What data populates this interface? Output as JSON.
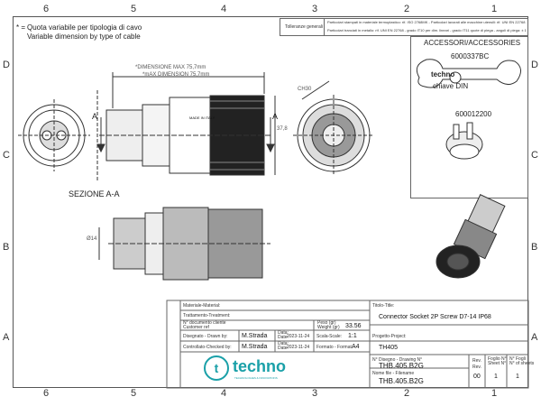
{
  "zones": {
    "top": [
      "6",
      "5",
      "4",
      "3",
      "2",
      "1"
    ],
    "bottom": [
      "6",
      "5",
      "4",
      "3",
      "2",
      "1"
    ],
    "left": [
      "D",
      "C",
      "B",
      "A"
    ],
    "right": [
      "D",
      "C",
      "B",
      "A"
    ]
  },
  "note": {
    "symbol": "* =",
    "line1": "Quota variabile per tipologia di cavo",
    "line2": "Variable dimension by type of cable"
  },
  "tolerance": {
    "label": "Tolleranze generali",
    "rows": [
      "Particolari stampati in materiale termoplastico: rif. ISO 2768MK - Particolari lavorati alle macchine utensili: rif. UNI EN 22768",
      "Particolari tranciati in metallo: rif. UNI EN 22768 - grado IT10 per dim. lineari - grado IT11 quote di piega - angoli di piega: ± 1"
    ]
  },
  "accessories": {
    "title": "ACCESSORI/ACCESSORIES",
    "code1": "6000337BC",
    "tool_text1": "techno",
    "tool_text2": "chiave DIN",
    "code2": "600012200"
  },
  "drawing": {
    "dim1": "*DIMENSIONE MAX 75,7mm",
    "dim2": "*mAX DIMENSION 75,7mm",
    "ch": "CH30",
    "d1": "37,8",
    "d2": "Ø14",
    "section_label": "SEZIONE A-A",
    "marker": "A",
    "made": "MADE IN ITALY"
  },
  "title_block": {
    "materiale_lbl": "Materiale-Material:",
    "trattamento_lbl": "Trattamento-Treatment:",
    "doc_cliente_lbl": "N° documento cliente\nCustomer ref",
    "peso_lbl": "Peso (gr)\nWeight (gr)",
    "peso_val": "33.56",
    "disegnato_lbl": "Disegnato - Drawn by:",
    "disegnato_val": "M.Strada",
    "data_lbl": "Data:\nDate:",
    "data1": "2023-11-24",
    "scala_lbl": "Scala-Scale:",
    "scala_val": "1:1",
    "controllato_lbl": "Controllato-Checked by:",
    "controllato_val": "M.Strada",
    "data2": "2023-11-24",
    "formato_lbl": "Formato - Format",
    "formato_val": "A4",
    "titolo_lbl": "Titolo-Title:",
    "titolo_val": "Connector Socket 2P Screw D7-14 IP68",
    "progetto_lbl": "Progetto-Project:",
    "progetto_val": "TH405",
    "ndisegno_lbl": "N° Disegno - Drawing N°",
    "ndisegno_val": "THB.405.B2G",
    "nomefile_lbl": "Nome file - Filename",
    "nomefile_val": "THB.405.B2G",
    "rev_lbl": "Rev.",
    "rev_val": "00",
    "foglio_lbl": "Foglio N°\nSheet N°",
    "foglio_val": "1",
    "nfogli_lbl": "N° Fogli\nN° of sheets",
    "nfogli_val": "1",
    "logo_text": "techno",
    "logo_sub": "TECHNOLOGIES & INNOVATIONS"
  }
}
